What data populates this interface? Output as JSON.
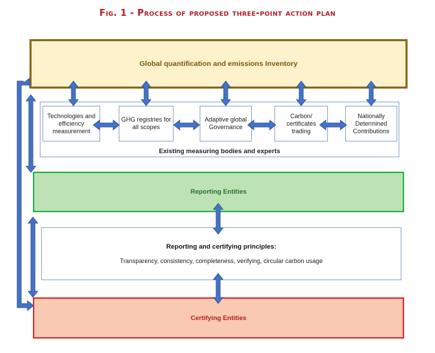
{
  "figure": {
    "title": "Fig. 1 - Process of proposed three-point action plan"
  },
  "boxes": {
    "global_inventory": "Global quantification and emissions Inventory",
    "measuring_bodies_label": "Existing measuring bodies and experts",
    "measuring_items": [
      "Technologies and efficiency measurement",
      "GHG registries for all scopes",
      "Adaptive global Governance",
      "Carbon/ certificates trading",
      "Nationally Determined Contributions"
    ],
    "reporting_entities": "Reporting Entities",
    "principles_title": "Reporting and certifying principles:",
    "principles_text": "Transparency, consistency, completeness, verifying, circular carbon usage",
    "certifying_entities": "Certifying Entities"
  },
  "colors": {
    "arrow": "#4472c4",
    "arrow_outline": "#2f528f",
    "title": "#b21f24"
  }
}
